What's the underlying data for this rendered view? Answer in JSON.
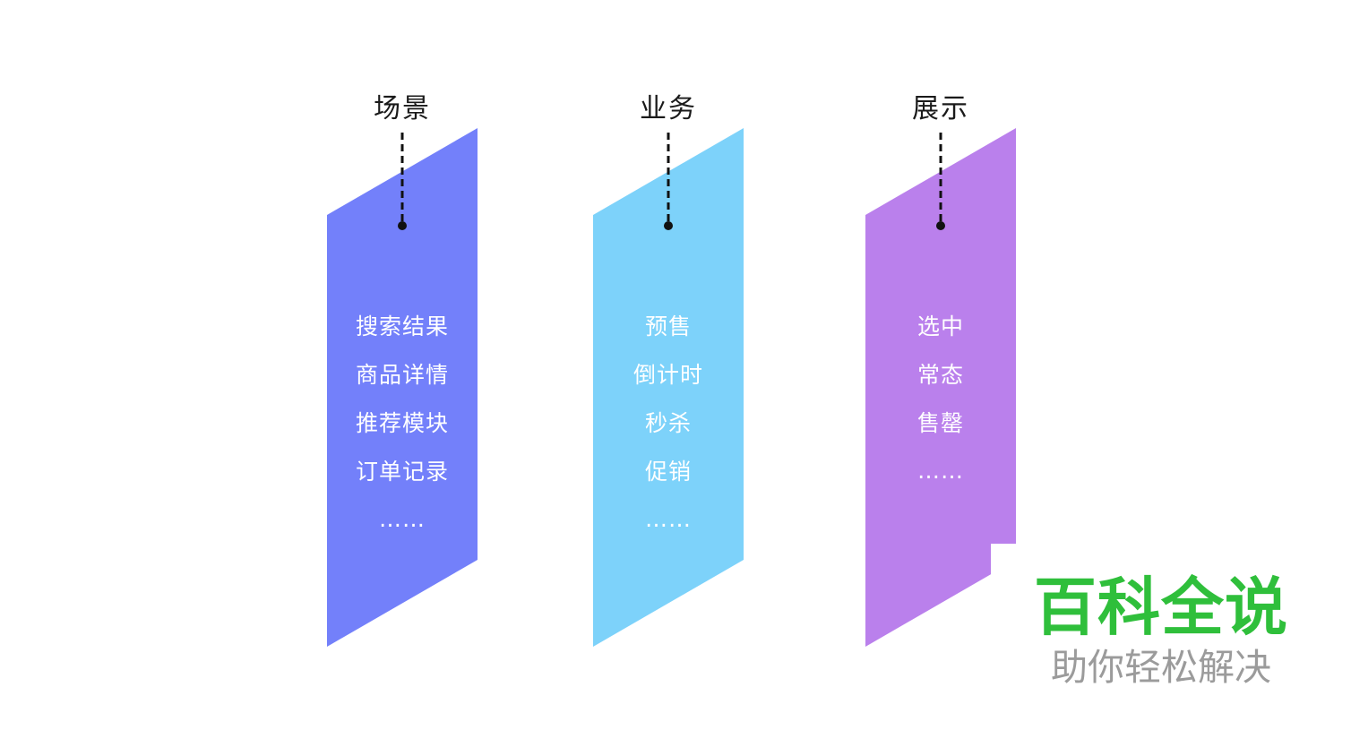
{
  "columns": [
    {
      "label": "场景",
      "color": "#7380FA",
      "items": [
        "搜索结果",
        "商品详情",
        "推荐模块",
        "订单记录",
        "……"
      ]
    },
    {
      "label": "业务",
      "color": "#7DD2FA",
      "items": [
        "预售",
        "倒计时",
        "秒杀",
        "促销",
        "……"
      ]
    },
    {
      "label": "展示",
      "color": "#BA80EC",
      "items": [
        "选中",
        "常态",
        "售罄",
        "……"
      ]
    }
  ],
  "connector": {
    "color": "#111111"
  },
  "watermark": {
    "title": "百科全说",
    "subtitle": "助你轻松解决",
    "title_color": "#2FBF3B",
    "subtitle_color": "#9B9B9B",
    "background": "#FFFFFF"
  }
}
